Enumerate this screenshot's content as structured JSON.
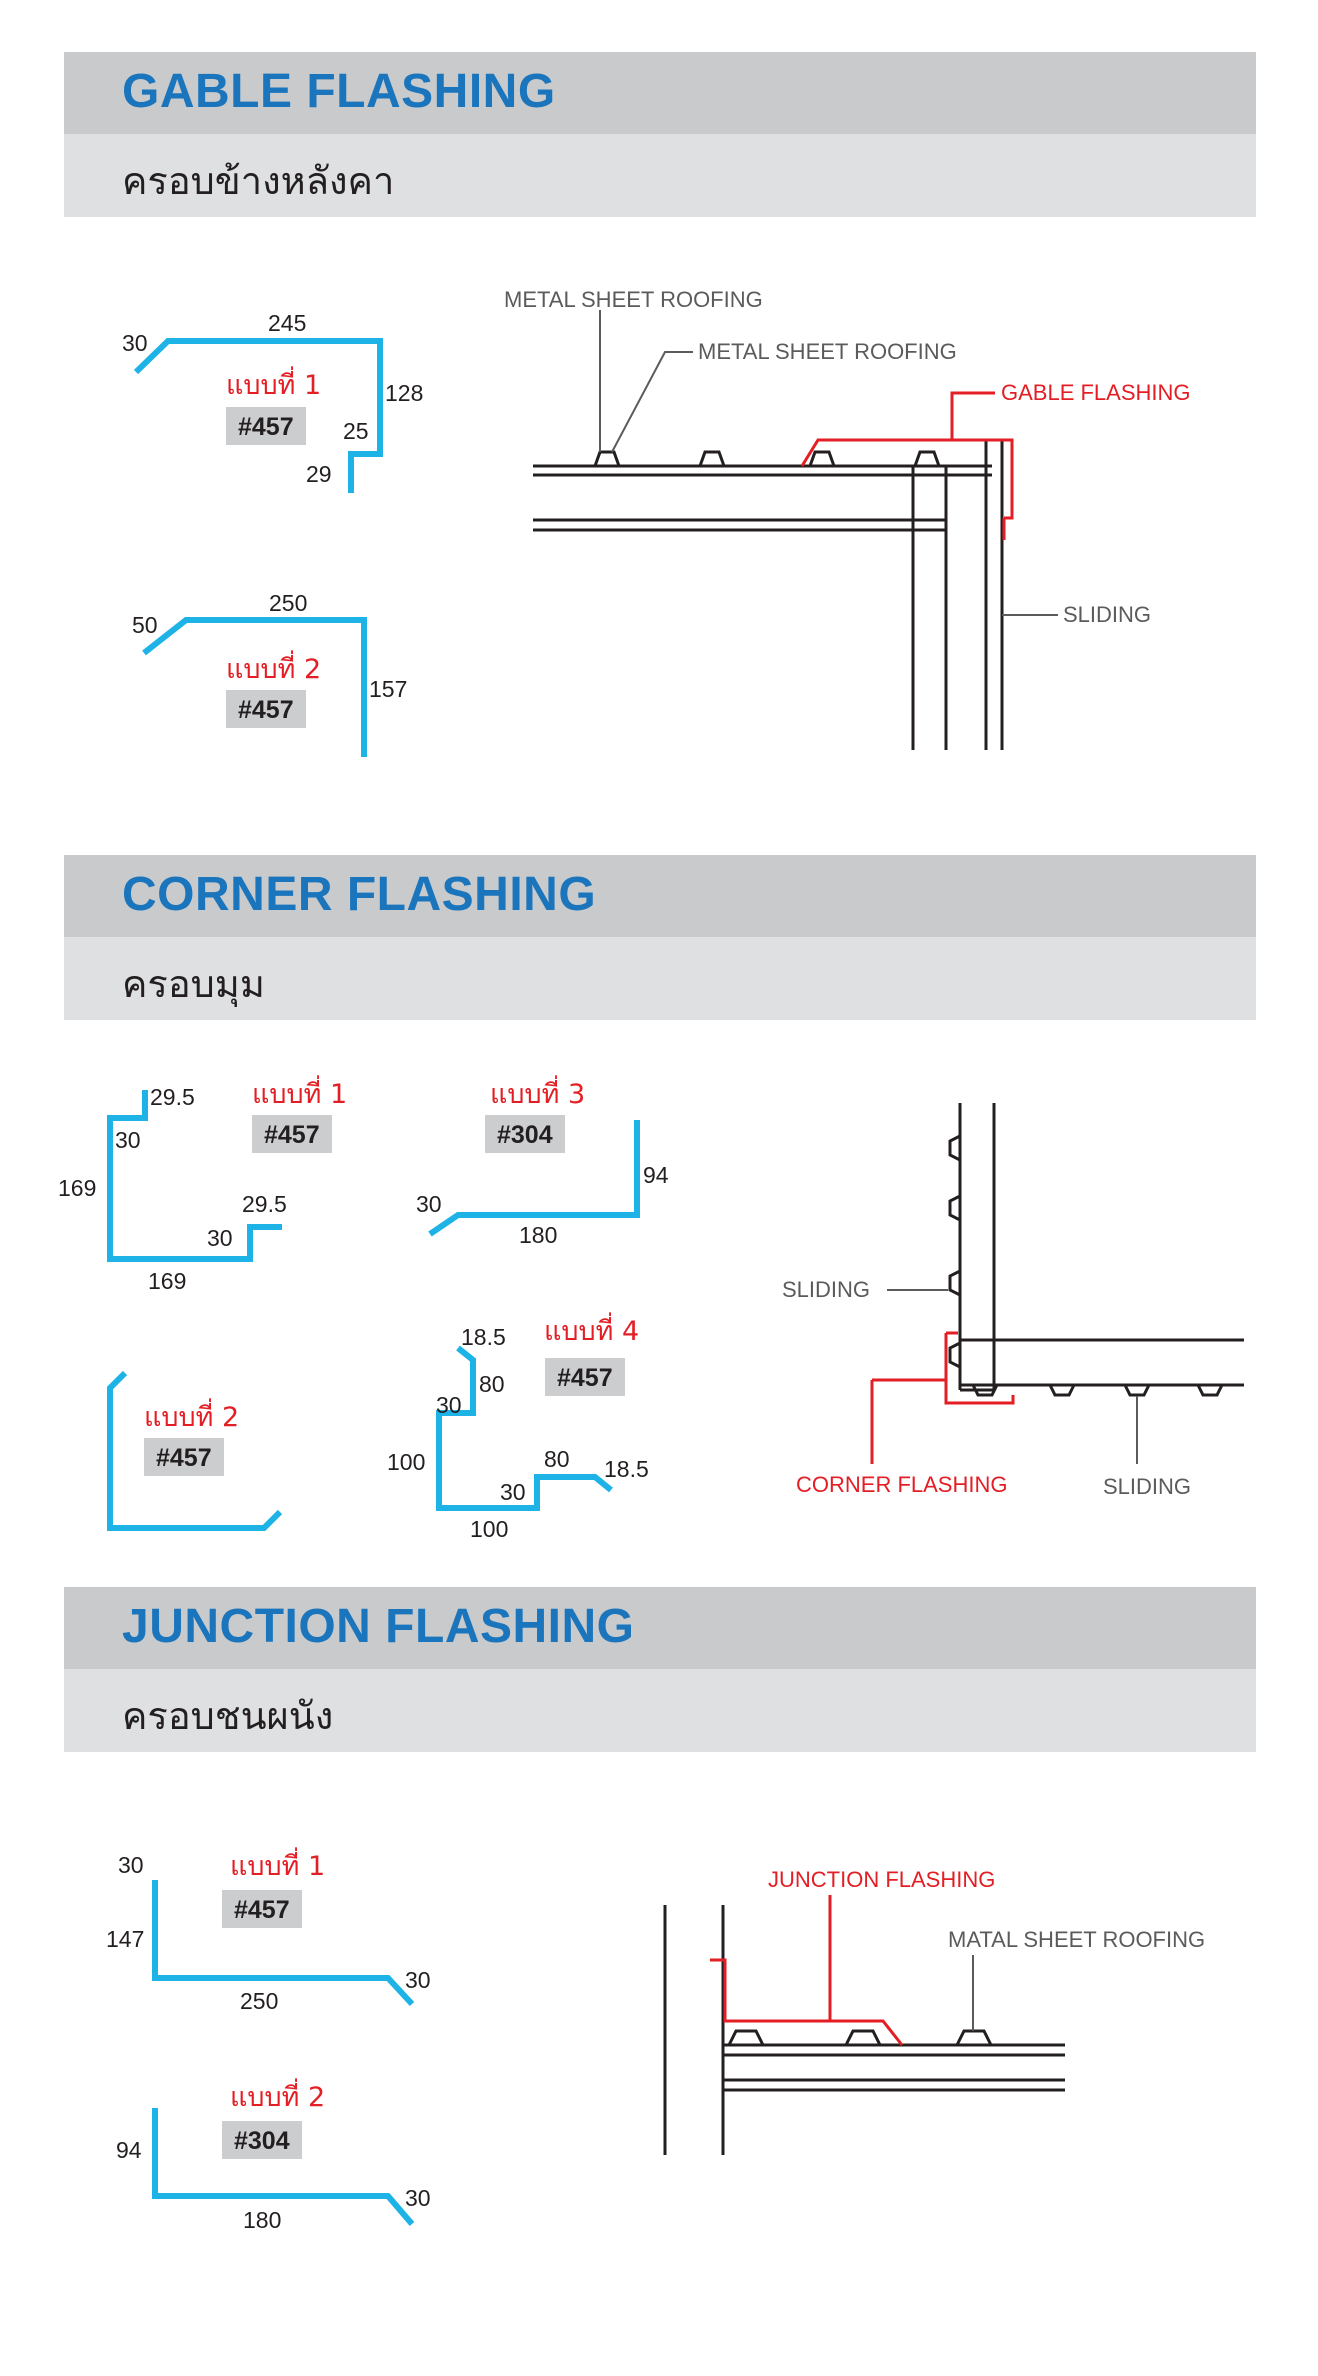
{
  "sections": {
    "gable": {
      "title": "GABLE FLASHING",
      "subtitle": "ครอบข้างหลังคา",
      "types": [
        {
          "label": "แบบที่ 1",
          "code": "#457",
          "dims": [
            "30",
            "245",
            "128",
            "25",
            "29"
          ]
        },
        {
          "label": "แบบที่ 2",
          "code": "#457",
          "dims": [
            "50",
            "250",
            "157"
          ]
        }
      ],
      "detail_labels": {
        "roof1": "METAL SHEET ROOFING",
        "roof2": "METAL SHEET ROOFING",
        "flashing": "GABLE FLASHING",
        "sliding": "SLIDING"
      }
    },
    "corner": {
      "title": "CORNER FLASHING",
      "subtitle": "ครอบมุม",
      "types": [
        {
          "label": "แบบที่ 1",
          "code": "#457",
          "dims": [
            "29.5",
            "30",
            "169",
            "29.5",
            "30",
            "169"
          ]
        },
        {
          "label": "แบบที่ 2",
          "code": "#457",
          "dims": []
        },
        {
          "label": "แบบที่ 3",
          "code": "#304",
          "dims": [
            "94",
            "30",
            "180"
          ]
        },
        {
          "label": "แบบที่ 4",
          "code": "#457",
          "dims": [
            "18.5",
            "80",
            "30",
            "100",
            "80",
            "18.5",
            "30",
            "100"
          ]
        }
      ],
      "detail_labels": {
        "sliding_left": "SLIDING",
        "flashing": "CORNER FLASHING",
        "sliding_bottom": "SLIDING"
      }
    },
    "junction": {
      "title": "JUNCTION FLASHING",
      "subtitle": "ครอบชนผนัง",
      "types": [
        {
          "label": "แบบที่ 1",
          "code": "#457",
          "dims": [
            "30",
            "147",
            "250",
            "30"
          ]
        },
        {
          "label": "แบบที่ 2",
          "code": "#304",
          "dims": [
            "94",
            "180",
            "30"
          ]
        }
      ],
      "detail_labels": {
        "flashing": "JUNCTION FLASHING",
        "roof": "MATAL SHEET ROOFING"
      }
    }
  },
  "colors": {
    "title_blue": "#1b75bc",
    "profile_cyan": "#1eb3e6",
    "type_red": "#e31e24",
    "band_dark": "#c9cacc",
    "band_light": "#dfe0e2"
  }
}
